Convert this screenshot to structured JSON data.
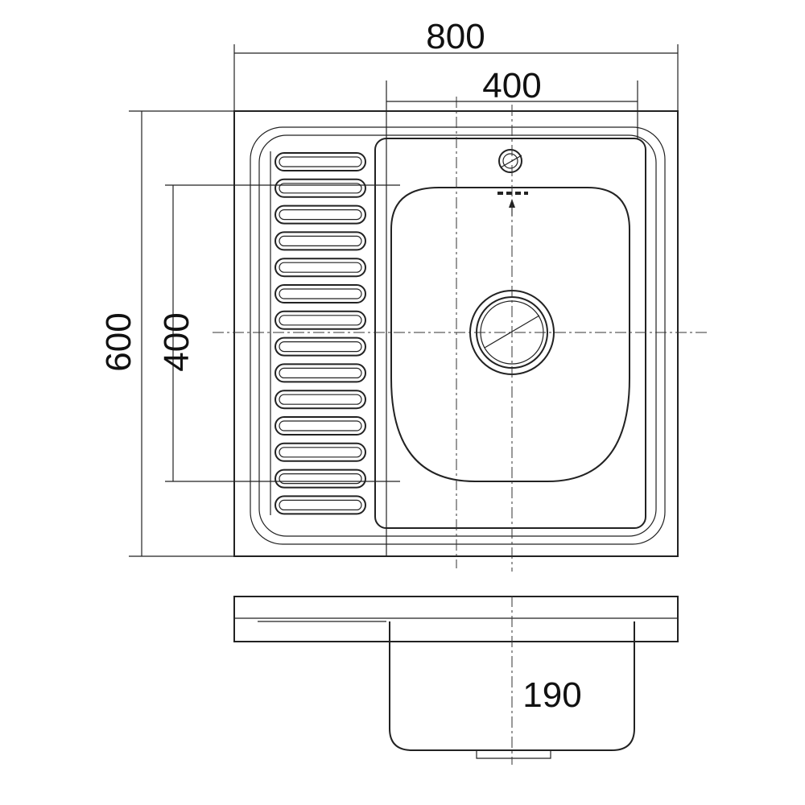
{
  "dimensions": {
    "overall_width": "800",
    "bowl_width": "400",
    "overall_depth": "600",
    "bowl_length": "400",
    "bowl_depth": "190"
  },
  "colors": {
    "line": "#222222",
    "background": "#ffffff"
  },
  "drainboard": {
    "slot_count": 14
  }
}
